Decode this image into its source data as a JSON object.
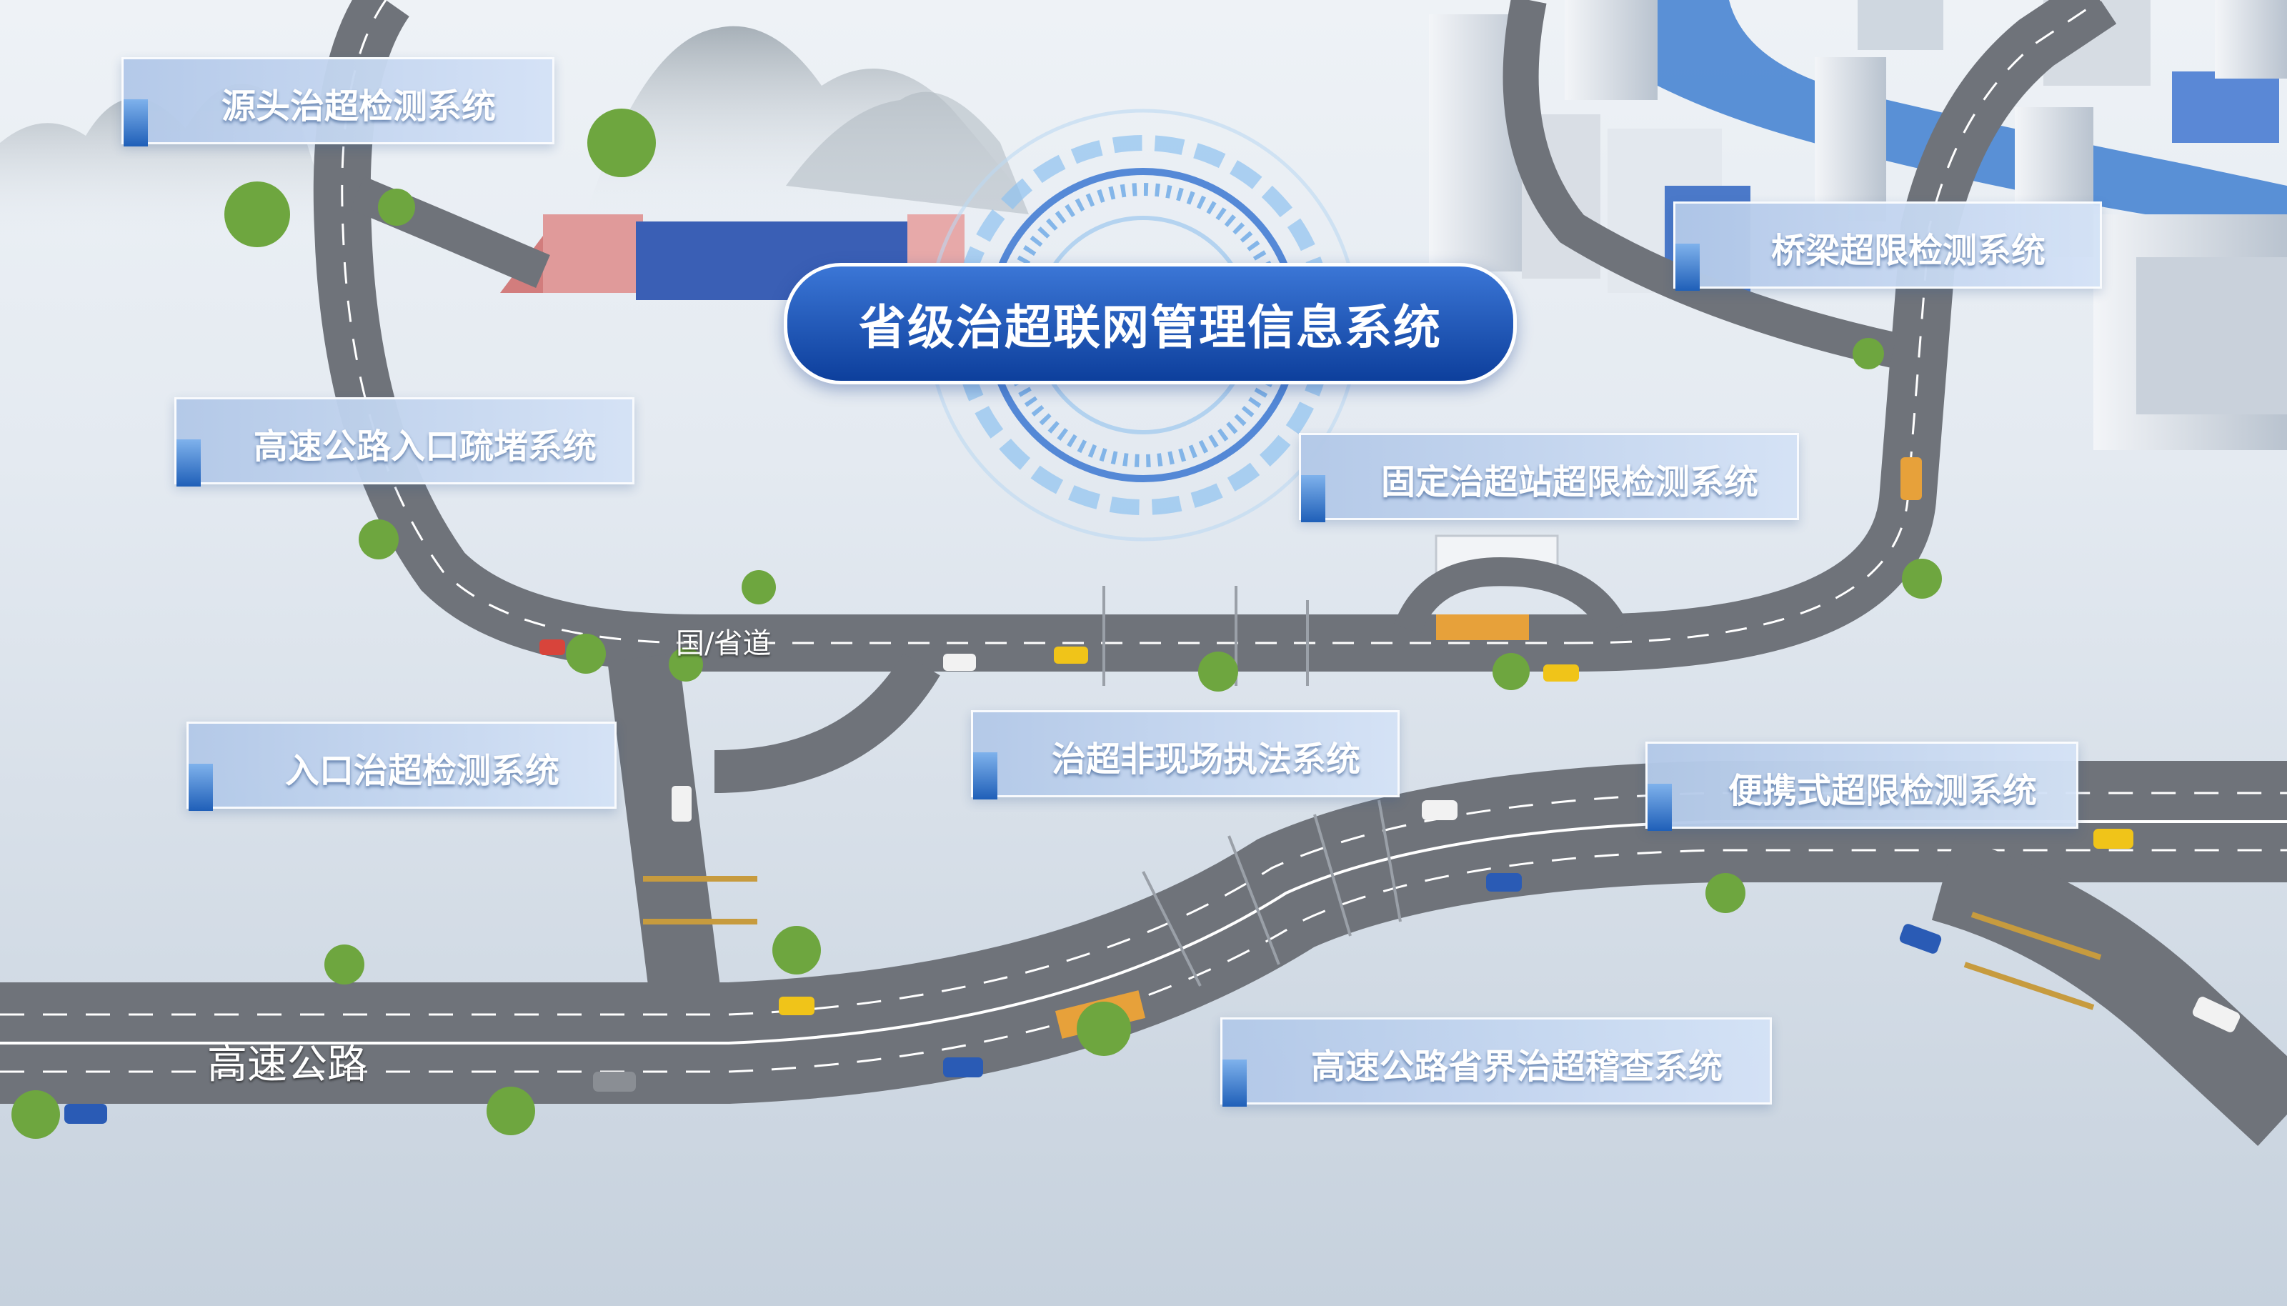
{
  "title": "省级治超联网管理信息系统",
  "systems": [
    "源头治超检测系统",
    "高速公路入口疏堵系统",
    "入口治超检测系统",
    "治超非现场执法系统",
    "固定治超站超限检测系统",
    "桥梁超限检测系统",
    "便携式超限检测系统",
    "高速公路省界治超稽查系统"
  ],
  "road_labels": {
    "provincial": "国/省道",
    "highway": "高速公路"
  },
  "colors": {
    "title_bg_top": "#3b76d6",
    "title_bg_bottom": "#0d3f9c",
    "label_bg": "#c7d9f2",
    "label_accent": "#1f5fb8",
    "road": "#777b82",
    "lane_line": "#ffffff",
    "tree": "#6ea63f",
    "building_blue": "#3a5fb5"
  }
}
